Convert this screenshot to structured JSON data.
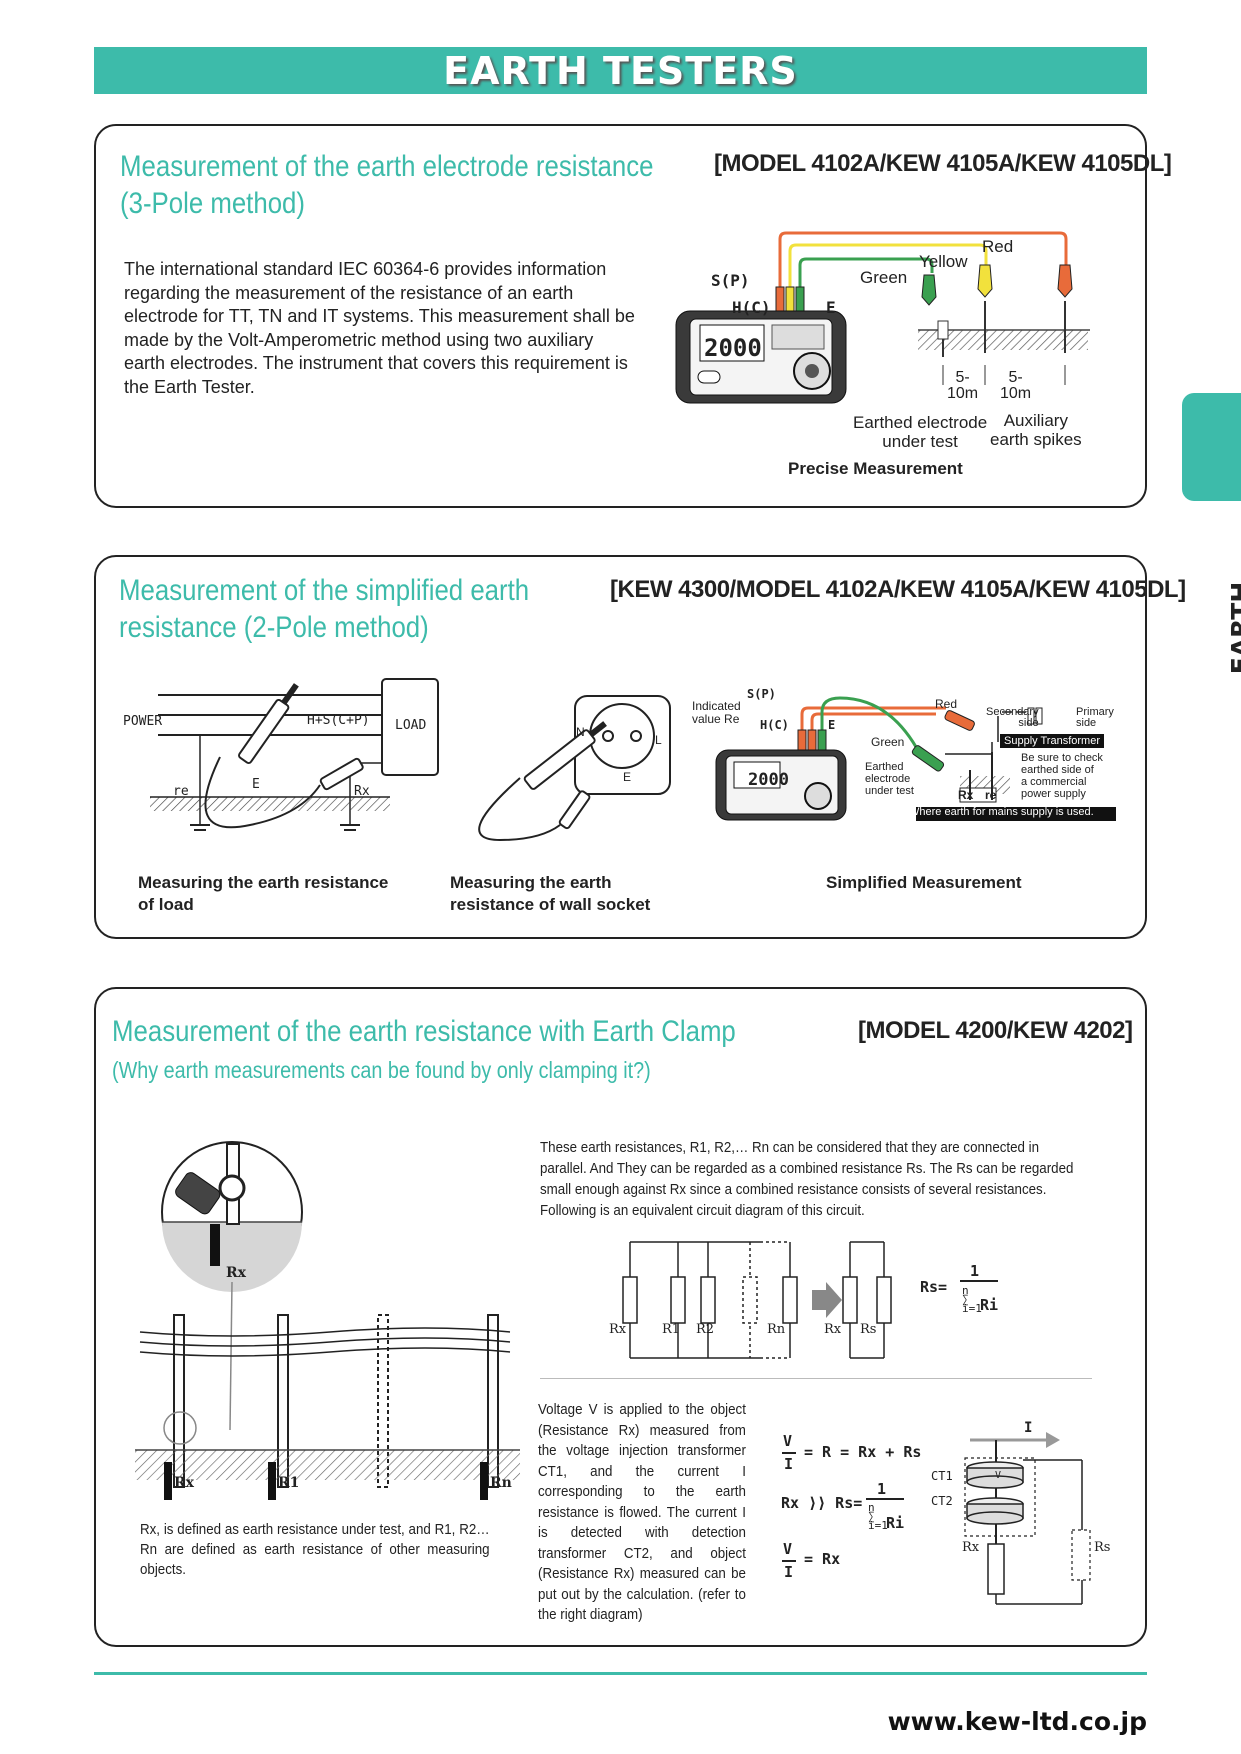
{
  "banner": {
    "title": "EARTH TESTERS"
  },
  "side_tab": {
    "label": "EARTH TESTERS"
  },
  "section1": {
    "heading_line1": "Measurement of the earth electrode resistance",
    "heading_line2": "(3-Pole method)",
    "models": "[MODEL 4102A/KEW 4105A/KEW 4105DL]",
    "body": "The international standard IEC 60364-6 provides information regarding the measurement of the resistance of an earth electrode for TT, TN and IT systems. This measurement shall be made by the Volt-Amperometric method using two auxiliary earth electrodes. The instrument that covers this requirement is the Earth Tester.",
    "diagram": {
      "sp": "S(P)",
      "hc": "H(C)",
      "e": "E",
      "green": "Green",
      "yellow": "Yellow",
      "red": "Red",
      "dist1": "5-\n10m",
      "dist2": "5-\n10m",
      "electrode": "Earthed electrode\nunder test",
      "spikes": "Auxiliary\nearth spikes",
      "display": "2000"
    },
    "caption": "Precise Measurement"
  },
  "section2": {
    "heading_line1": "Measurement of the simplified earth",
    "heading_line2": "resistance (2-Pole method)",
    "models": "[KEW 4300/MODEL 4102A/KEW 4105A/KEW 4105DL]",
    "load_diagram": {
      "power": "POWER",
      "hs": "H+S(C+P)",
      "load": "LOAD",
      "e": "E",
      "re": "re",
      "rx": "Rx"
    },
    "socket_diagram": {
      "n": "N",
      "l": "L",
      "e": "E"
    },
    "simplified_diagram": {
      "indicated": "Indicated\nvalue Re",
      "sp": "S(P)",
      "hc": "H(C)",
      "e": "E",
      "red": "Red",
      "green": "Green",
      "secondary": "Secondary\nside",
      "primary": "Primary\nside",
      "transformer": "Supply Transformer",
      "check": "Be sure to check\nearthed side of\na commercial\npower supply",
      "electrode": "Earthed\nelectrode\nunder test",
      "rx": "Rx",
      "re": "re",
      "where": "Where earth for mains supply is used.",
      "display": "2000"
    },
    "caption_load": "Measuring the earth resistance\nof load",
    "caption_socket": "Measuring the earth\nresistance of wall socket",
    "caption_simplified": "Simplified Measurement"
  },
  "section3": {
    "heading": "Measurement of the earth resistance with Earth Clamp",
    "subheading": "(Why earth measurements can be found by only clamping it?)",
    "models": "[MODEL 4200/KEW 4202]",
    "para1": "These earth resistances, R1, R2,… Rn can be considered that they are connected in parallel. And They can be regarded as a combined resistance Rs. The Rs can be regarded small enough against Rx since a combined resistance consists of several resistances. Following is an equivalent circuit diagram of this circuit.",
    "left_caption": "Rx, is defined as earth resistance under test, and R1, R2…Rn are defined as earth resistance of other measuring objects.",
    "para2": "Voltage V is applied to the object (Resistance Rx) measured from the voltage injection transformer CT1, and the current I corresponding to the earth resistance is flowed. The current I is detected with detection transformer CT2, and object (Resistance Rx) measured can be put out by the calculation. (refer to the right diagram)",
    "pole_labels": [
      "Rx",
      "R1",
      "Rn"
    ],
    "clamp_label": "Rx",
    "circuit_labels": [
      "Rx",
      "R1",
      "R2",
      "Rn",
      "Rx",
      "Rs"
    ],
    "formula_rs": "Rs=",
    "formula_one": "1",
    "formula_sum": "n\n∑\ni=1",
    "formula_ri": "Ri",
    "eq1_v": "V",
    "eq1_i": "I",
    "eq1": "= R = Rx + Rs",
    "eq2": "Rx ⟩⟩ Rs=",
    "eq3": "= Rx",
    "right_labels": {
      "i": "I",
      "ct1": "CT1",
      "ct2": "CT2",
      "rx": "Rx",
      "rs": "Rs",
      "v": "V"
    }
  },
  "footer": {
    "url": "www.kew-ltd.co.jp"
  }
}
